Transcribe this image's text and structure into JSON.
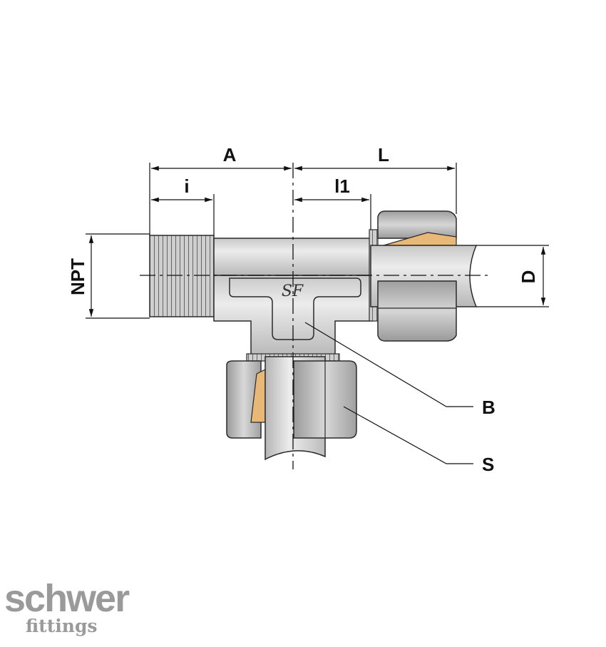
{
  "dimensions": {
    "a": "A",
    "l": "L",
    "i": "i",
    "l1": "l1",
    "npt": "NPT",
    "d": "D"
  },
  "callouts": {
    "b": "B",
    "s": "S"
  },
  "body_mark": "SF",
  "brand": {
    "name": "schwer",
    "sub": "fittings"
  },
  "colors": {
    "steel": "#d7d7d7",
    "steel_dark": "#a9a9a9",
    "ferrule": "#e8b878",
    "outline": "#2a2a2a"
  }
}
